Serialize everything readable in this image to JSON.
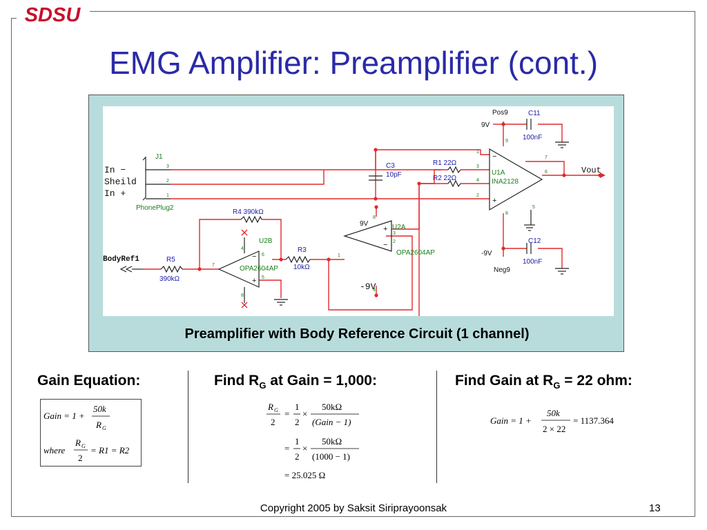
{
  "logo_text": "SDSU",
  "title": "EMG Amplifier: Preamplifier (cont.)",
  "figure": {
    "caption": "Preamplifier with Body Reference Circuit (1 channel)",
    "labels": {
      "in_minus": "In −",
      "sheild": "Sheild",
      "in_plus": "In +",
      "j1": "J1",
      "phoneplug": "PhonePlug2",
      "bodyref": "BodyRef1",
      "c3": "C3",
      "c3_val": "10pF",
      "r1": "R1 22Ω",
      "r2": "R2 22Ω",
      "u1a": "U1A",
      "ina": "INA2128",
      "vout": "Vout",
      "pos9": "Pos9",
      "v9_top": "9V",
      "c11": "C11",
      "c11_val": "100nF",
      "neg9": "Neg9",
      "vneg9_bot": "-9V",
      "c12": "C12",
      "c12_val": "100nF",
      "r4": "R4 390kΩ",
      "u2b": "U2B",
      "opa_b": "OPA2604AP",
      "r3": "R3",
      "r3_val": "10kΩ",
      "r5": "R5",
      "r5_val": "390kΩ",
      "u2a": "U2A",
      "opa_a": "OPA2604AP",
      "v9_u2a": "9V",
      "vneg9_u2a": "-9V",
      "pin_numbers": {
        "j3": "3",
        "j2": "2",
        "j1": "1",
        "u1_1": "1",
        "u1_3": "3",
        "u1_4": "4",
        "u1_2": "2",
        "u1_9": "9",
        "u1_7": "7",
        "u1_6": "6",
        "u1_5": "5",
        "u1_8": "8",
        "u2b_7": "7",
        "u2b_6": "6",
        "u2b_5": "5",
        "u2b_4": "4",
        "u2b_8": "8",
        "u2a_8": "8",
        "u2a_3": "3",
        "u2a_1": "1",
        "u2a_2": "2",
        "u2a_4": "4",
        "minus": "−",
        "plus": "+"
      }
    }
  },
  "sections": {
    "gain_equation": {
      "heading": "Gain Equation:",
      "line1_lhs": "Gain = 1 +",
      "line1_num": "50k",
      "line1_den_main": "R",
      "line1_den_sub": "G",
      "line2_prefix": "where",
      "line2_num_main": "R",
      "line2_num_sub": "G",
      "line2_den": "2",
      "line2_rhs": "= R1 = R2"
    },
    "find_rg": {
      "heading_pre": "Find R",
      "heading_sub": "G",
      "heading_post": " at Gain = 1,000:",
      "l1_num_main": "R",
      "l1_num_sub": "G",
      "l1_den": "2",
      "l1_eq": "=",
      "l1_half_num": "1",
      "l1_half_den": "2",
      "times": "×",
      "l1_frac_num": "50kΩ",
      "l1_frac_den": "(Gain − 1)",
      "l2_eq": "=",
      "l2_half_num": "1",
      "l2_half_den": "2",
      "l2_frac_num": "50kΩ",
      "l2_frac_den": "(1000 − 1)",
      "l3": "= 25.025 Ω"
    },
    "find_gain": {
      "heading_pre": "Find Gain at R",
      "heading_sub": "G",
      "heading_post": " = 22 ohm:",
      "lhs": "Gain = 1 +",
      "num": "50k",
      "den": "2 × 22",
      "rhs": "= 1137.364"
    }
  },
  "footer": {
    "copyright": "Copyright 2005 by Saksit Siriprayoonsak",
    "page_number": "13"
  }
}
